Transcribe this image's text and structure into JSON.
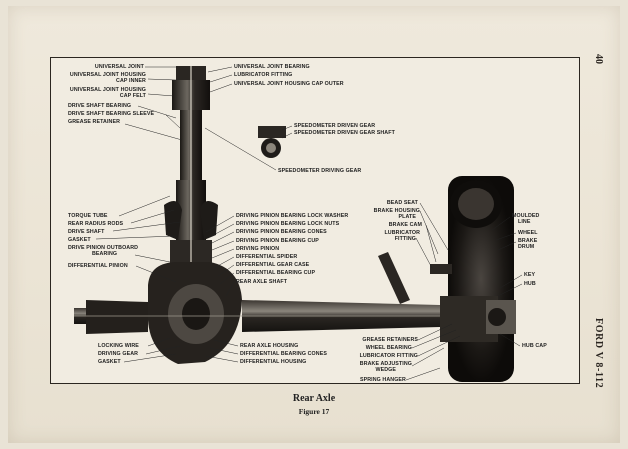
{
  "page_number": "40",
  "running_header": "FORD V 8-112",
  "caption": {
    "title": "Rear Axle",
    "figure": "Figure 17"
  },
  "labels": {
    "universal_joint": "UNIVERSAL JOINT",
    "universal_joint_housing_cap_inner_1": "UNIVERSAL JOINT HOUSING",
    "universal_joint_housing_cap_inner_2": "CAP INNER",
    "universal_joint_housing_cap_felt_1": "UNIVERSAL JOINT HOUSING",
    "universal_joint_housing_cap_felt_2": "CAP FELT",
    "drive_shaft_bearing": "DRIVE SHAFT BEARING",
    "drive_shaft_bearing_sleeve": "DRIVE SHAFT BEARING SLEEVE",
    "grease_retainer": "GREASE RETAINER",
    "universal_joint_bearing": "UNIVERSAL JOINT BEARING",
    "lubricator_fitting": "LUBRICATOR FITTING",
    "universal_joint_housing_cap_outer": "UNIVERSAL JOINT HOUSING CAP OUTER",
    "speedometer_driven_gear": "SPEEDOMETER DRIVEN GEAR",
    "speedometer_driven_gear_shaft": "SPEEDOMETER DRIVEN GEAR SHAFT",
    "speedometer_driving_gear": "SPEEDOMETER DRIVING GEAR",
    "torque_tube": "TORQUE TUBE",
    "rear_radius_rods": "REAR RADIUS RODS",
    "drive_shaft": "DRIVE SHAFT",
    "gasket_upper": "GASKET",
    "drive_pinion_outboard_bearing_1": "DRIVE PINION OUTBOARD",
    "drive_pinion_outboard_bearing_2": "BEARING",
    "differential_pinion": "DIFFERENTIAL PINION",
    "driving_pinion_bearing_lock_washer": "DRIVING PINION BEARING LOCK WASHER",
    "driving_pinion_bearing_lock_nuts": "DRIVING PINION BEARING LOCK NUTS",
    "driving_pinion_bearing_cones": "DRIVING PINION BEARING CONES",
    "driving_pinion_bearing_cup": "DRIVING PINION BEARING CUP",
    "driving_pinion": "DRIVING PINION",
    "differential_spider": "DIFFERENTIAL SPIDER",
    "differential_gear_case": "DIFFERENTIAL GEAR CASE",
    "differential_bearing_cup": "DIFFERENTIAL BEARING CUP",
    "rear_axle_shaft": "REAR AXLE SHAFT",
    "locking_wire": "LOCKING WIRE",
    "driving_gear": "DRIVING GEAR",
    "gasket_lower": "GASKET",
    "rear_axle_housing": "REAR AXLE HOUSING",
    "differential_bearing_cones": "DIFFERENTIAL BEARING CONES",
    "differential_housing": "DIFFERENTIAL HOUSING",
    "bead_seat": "BEAD SEAT",
    "brake_housing_plate_1": "BRAKE HOUSING",
    "brake_housing_plate_2": "PLATE",
    "brake_cam": "BRAKE CAM",
    "lubricator_fitting_right_1": "LUBRICATOR",
    "lubricator_fitting_right_2": "FITTING",
    "moulded_line_1": "MOULDED",
    "moulded_line_2": "LINE",
    "wheel": "WHEEL",
    "brake_drum_1": "BRAKE",
    "brake_drum_2": "DRUM",
    "key": "KEY",
    "hub": "HUB",
    "hub_cap": "HUB CAP",
    "grease_retainers": "GREASE RETAINERS",
    "wheel_bearing": "WHEEL BEARING",
    "lubricator_fitting_lower": "LUBRICATOR FITTING",
    "brake_adjusting_wedge_1": "BRAKE ADJUSTING",
    "brake_adjusting_wedge_2": "WEDGE",
    "spring_hanger": "SPRING HANGER"
  }
}
